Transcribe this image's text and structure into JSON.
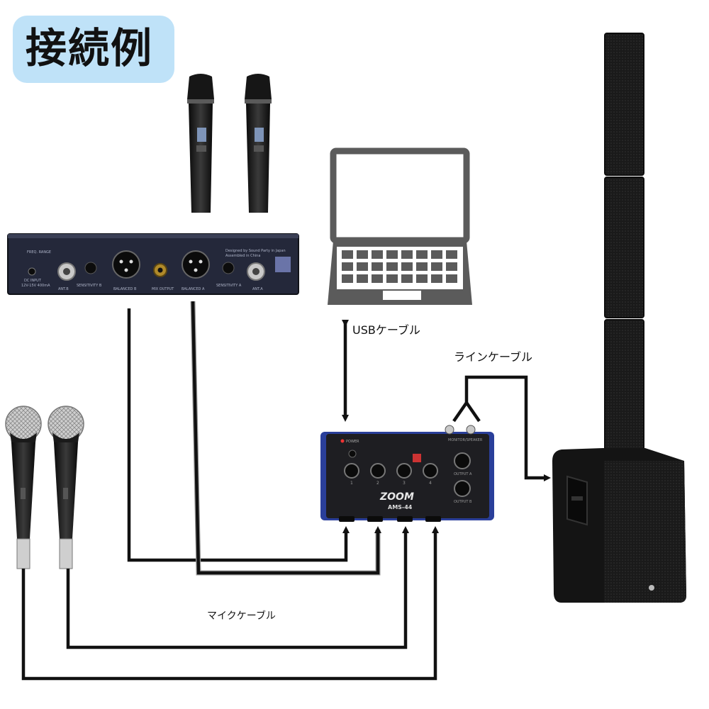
{
  "title": "接続例",
  "labels": {
    "usb_cable": "USBケーブル",
    "line_cable": "ラインケーブル",
    "mic_cable": "マイクケーブル"
  },
  "receiver": {
    "text_lines": [
      "FREQ. RANGE",
      "DC INPUT",
      "12V-15V 400mA",
      "ANT.B",
      "SENSITIVITY B",
      "BALANCED B",
      "MIX OUTPUT",
      "BALANCED A",
      "SENSITIVITY A",
      "ANT.A",
      "Designed by Sound Party in Japan",
      "Assembled in China"
    ]
  },
  "interface": {
    "brand": "ZOOM",
    "model": "AMS-44",
    "power_label": "POWER",
    "channels": [
      "1",
      "2",
      "3",
      "4"
    ],
    "outputs": [
      "OUTPUT A",
      "OUTPUT B"
    ],
    "monitor_label": "MONITOR/SPEAKER"
  },
  "colors": {
    "badge": "#bfe2f8",
    "cable": "#111111",
    "device_dark": "#1e1e22",
    "receiver_body": "#24283a",
    "interface_accent": "#2a3f9a"
  }
}
